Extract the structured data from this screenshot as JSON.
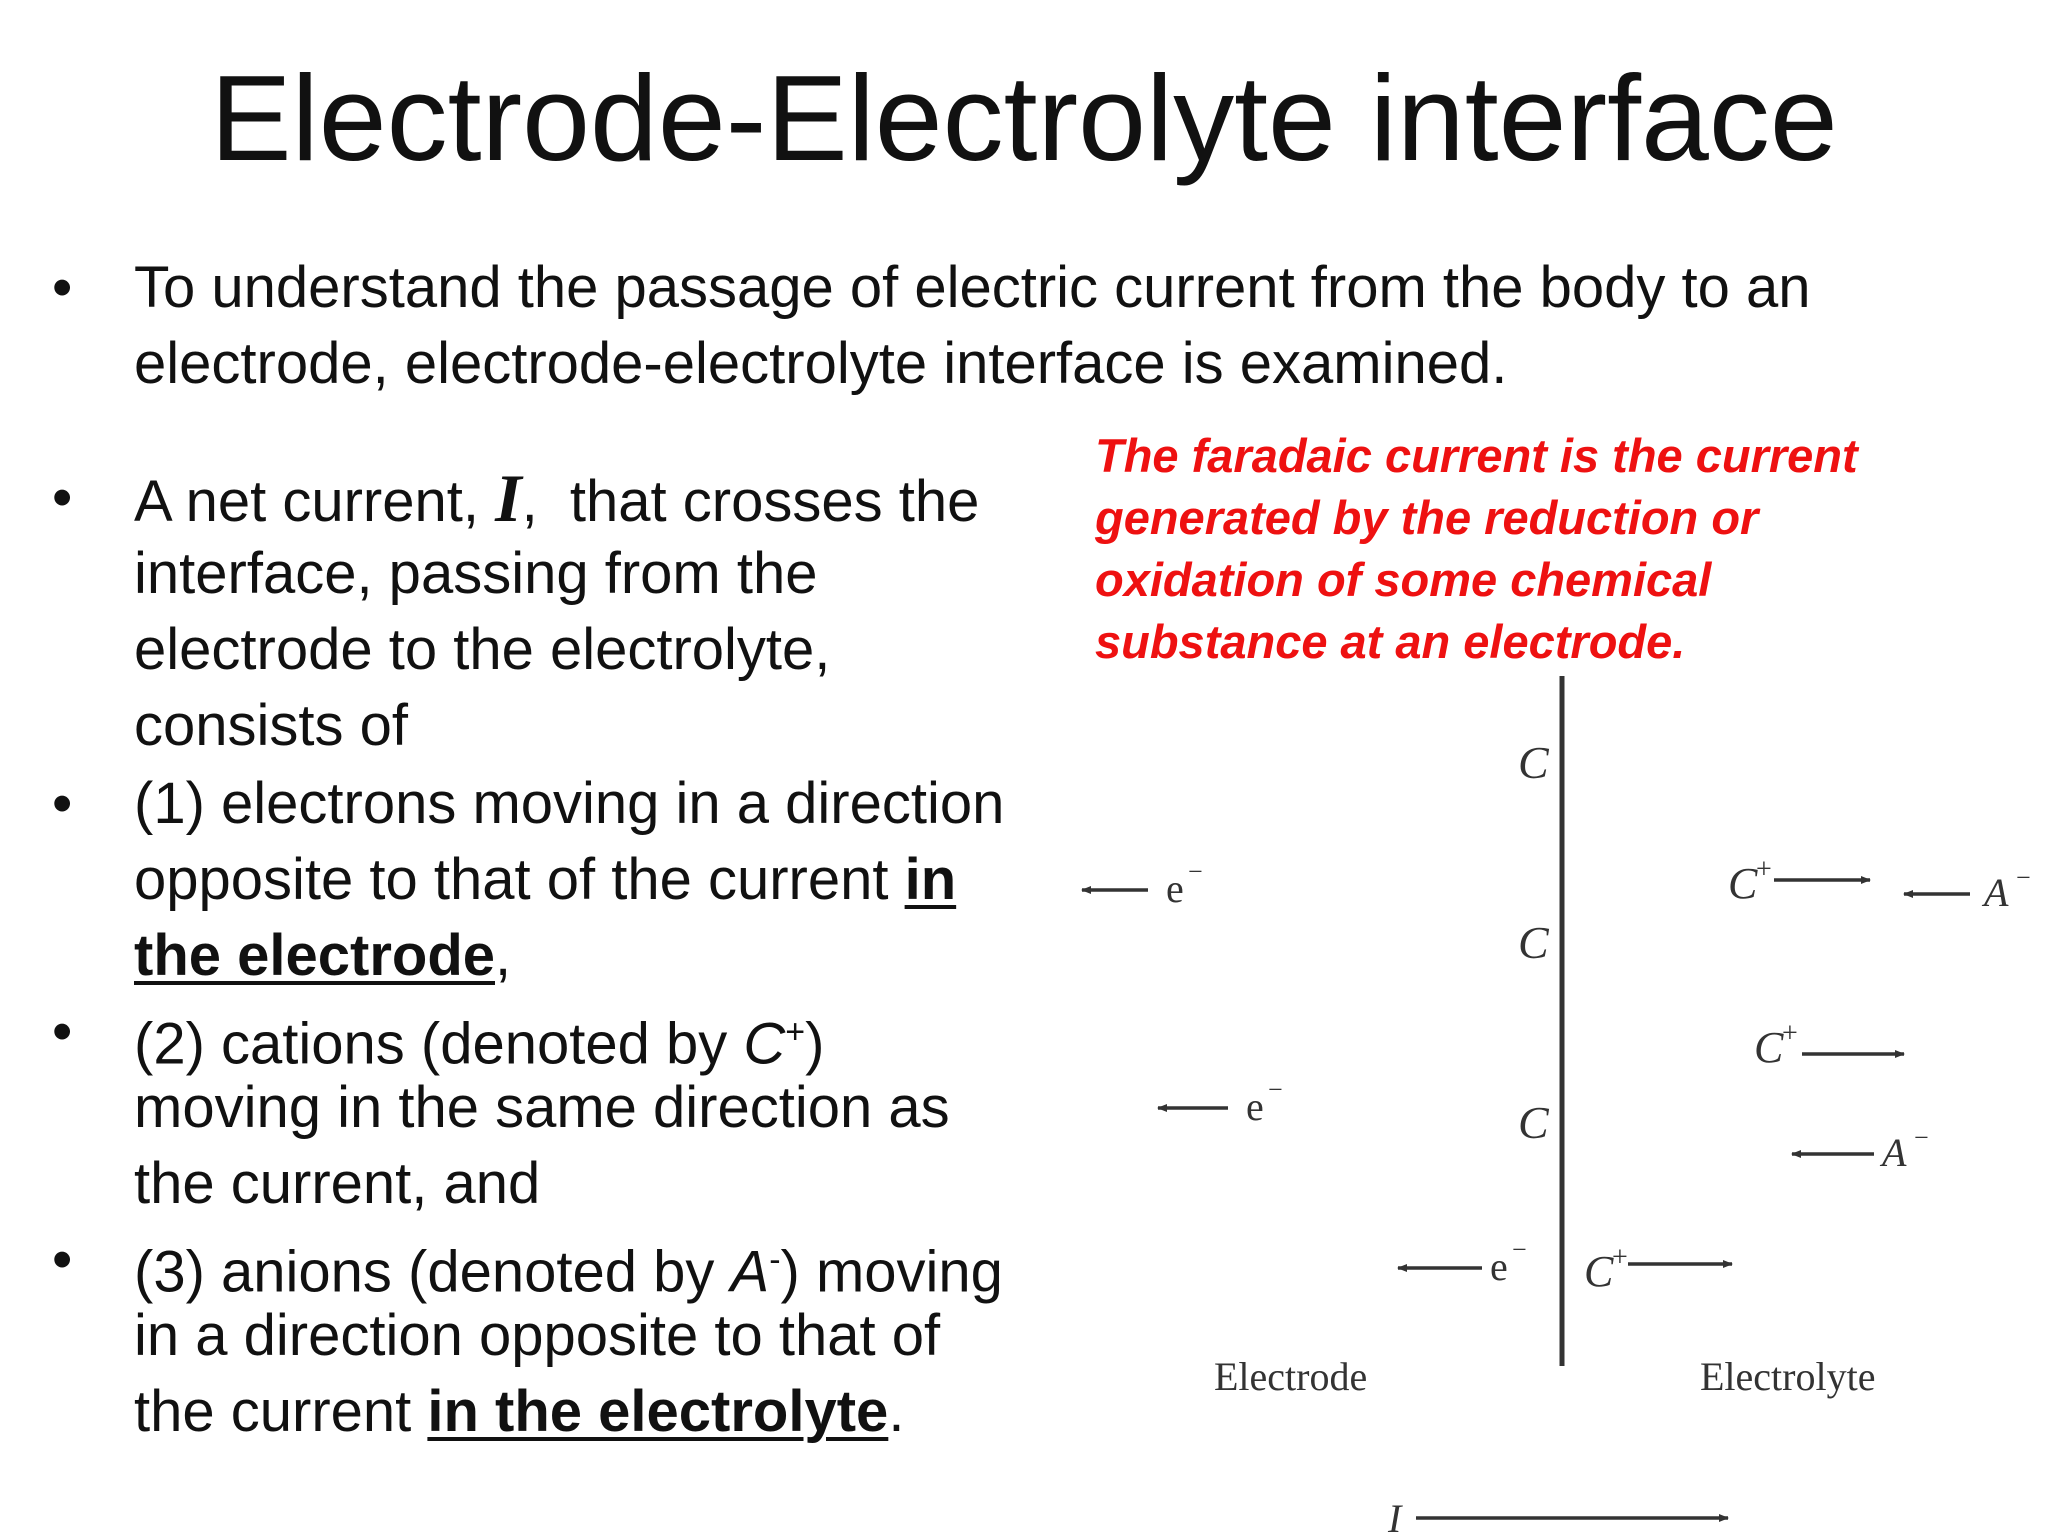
{
  "title": "Electrode-Electrolyte interface",
  "bullets": {
    "intro": {
      "line1": "To understand the passage of electric current from the body to an",
      "line2": "electrode, electrode-electrolyte interface is examined."
    },
    "net_current": {
      "line1_prefix": "A net current,",
      "line1_symbol": "I",
      "line1_suffix": ",  that crosses the",
      "line2": "interface, passing from the",
      "line3": "electrode to the electrolyte,",
      "line4": "consists of"
    },
    "electrons": {
      "line1": "(1) electrons moving in a direction",
      "line2_prefix": "opposite to that of the current",
      "line2_emph": "in",
      "line3_emph": "the electrode",
      "line3_suffix": ","
    },
    "cations": {
      "line1_prefix": "(2) cations (denoted by",
      "line1_symbol": "C",
      "line1_sup": "+",
      "line1_suffix": ")",
      "line2": "moving in the same direction as",
      "line3": "the current, and"
    },
    "anions": {
      "line1_prefix": "(3) anions (denoted by",
      "line1_symbol": "A",
      "line1_sup": "-",
      "line1_suffix": ") moving",
      "line2": "in a direction opposite to that of",
      "line3_prefix": "the current",
      "line3_emph": "in the electrolyte",
      "line3_suffix": "."
    }
  },
  "callout": {
    "line1": "The faradaic current is the current",
    "line2": "generated by the reduction or",
    "line3": "oxidation of some chemical",
    "line4": "substance at an electrode."
  },
  "figure": {
    "atom_label": "C",
    "electron_label": "e",
    "electron_sup": "−",
    "cation_label": "C",
    "cation_sup": "+",
    "anion_label": "A",
    "anion_sup": "−",
    "electrode_label": "Electrode",
    "electrolyte_label": "Electrolyte",
    "current_label": "I"
  },
  "colors": {
    "callout": "#ee1111",
    "text": "#111111",
    "figure": "#333333"
  }
}
